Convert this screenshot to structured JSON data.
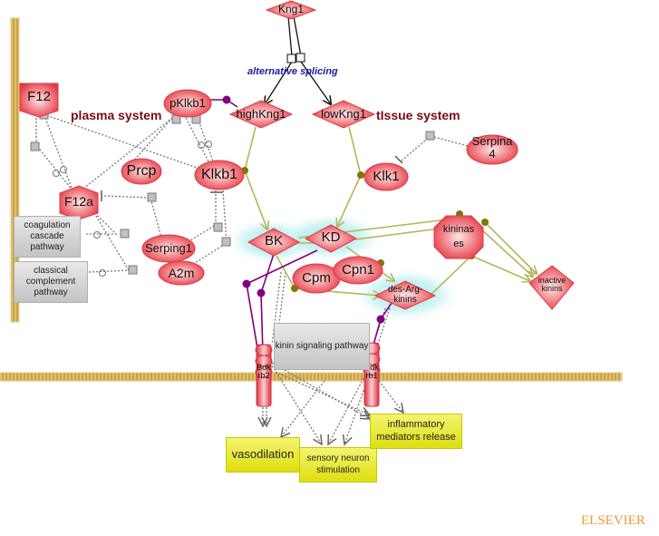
{
  "diagram": {
    "title": "Kallikrein-kinin system pathway",
    "region_labels": {
      "plasma": "plasma system",
      "tissue": "tIssue system",
      "splicing": "alternative splicing"
    },
    "nodes": {
      "kng1": "Kng1",
      "highkng1": "highKng1",
      "lowkng1": "lowKng1",
      "f12": "F12",
      "f12a": "F12a",
      "pklkb1": "pKlkb1",
      "klkb1": "Klkb1",
      "prcp": "Prcp",
      "serping1": "Serping1",
      "a2m": "A2m",
      "klk1": "Klk1",
      "serpina4_l1": "Serpina",
      "serpina4_l2": "4",
      "bk": "BK",
      "kd": "KD",
      "cpm": "Cpm",
      "cpn1": "Cpn1",
      "desarg_l1": "des-Arg-",
      "desarg_l2": "kinins",
      "kininases_l1": "kininas",
      "kininases_l2": "es",
      "inactive_l1": "inactive",
      "inactive_l2": "kinins",
      "bdkrb2_l1": "Bdk",
      "bdkrb2_l2": "rb2",
      "bdkrb1_l1": "Bdk",
      "bdkrb1_l2": "rb1"
    },
    "pathways": {
      "coagulation": "coagulation cascade pathway",
      "complement": "classical complement pathway",
      "kinin_signaling": "kinin signaling pathway"
    },
    "outcomes": {
      "vasodilation": "vasodilation",
      "sensory": "sensory neuron stimulation",
      "inflammatory": "inflammatory mediators release"
    },
    "colors": {
      "node_red": "#e84a55",
      "node_light": "#fbe0e0",
      "activation_olive": "#b5b55a",
      "catalysis_dot": "#7a7a00",
      "binding_purple": "#800080",
      "membrane": "#c9a24a",
      "highlight_cyan": "#7fdede",
      "outcome_yellow": "#e8e830",
      "publisher": "#f29a35"
    },
    "publisher": "ELSEVIER"
  }
}
